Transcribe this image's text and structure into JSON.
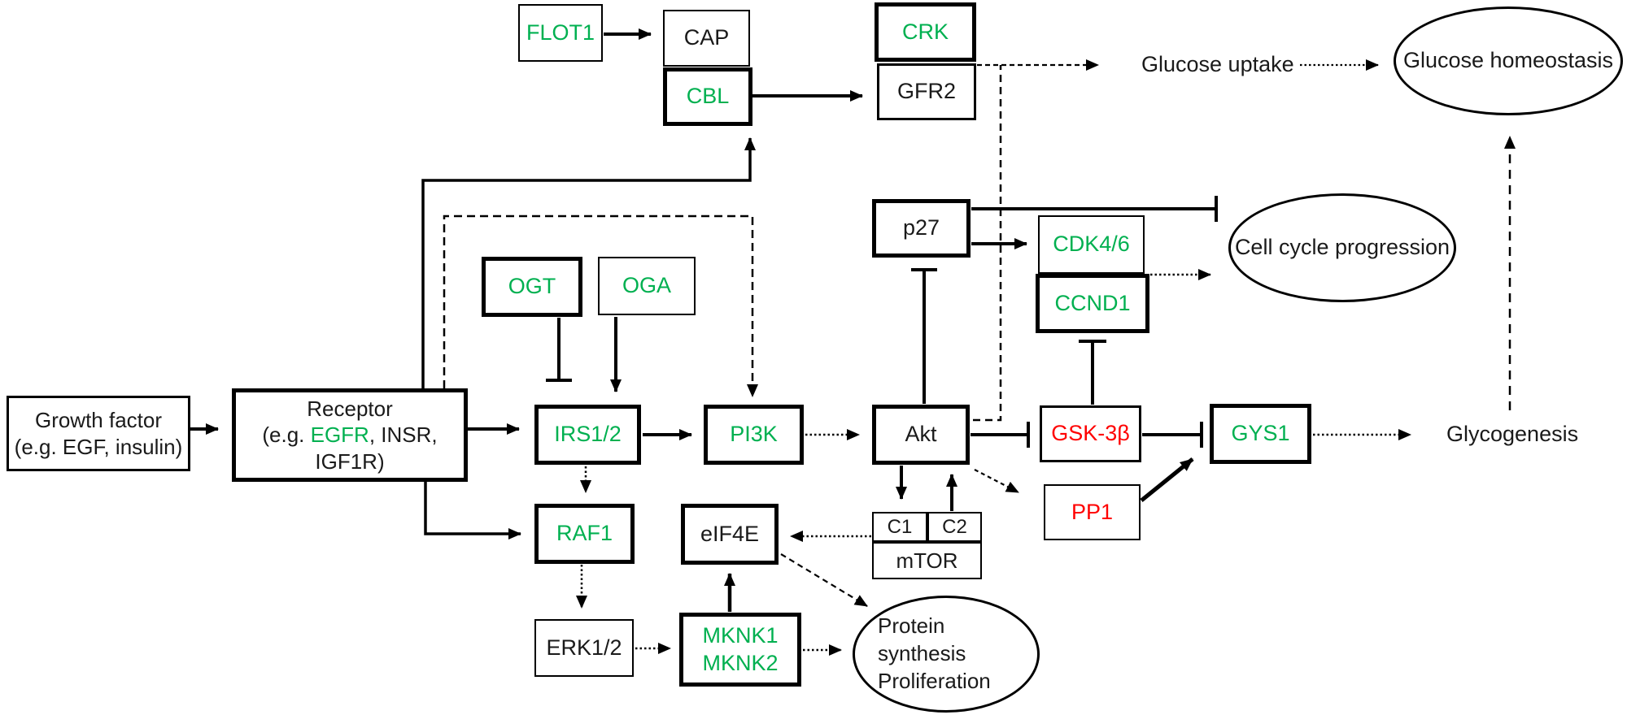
{
  "figure": {
    "type": "signaling-pathway-diagram",
    "background": "#ffffff",
    "colors": {
      "upregulated_green": "#00B050",
      "downregulated_red": "#FF0000",
      "default_black": "#1a1a1a",
      "line_black": "#000000"
    }
  },
  "nodes": {
    "growth_factor": {
      "line1": "Growth factor",
      "line2": "(e.g. EGF, insulin)",
      "color": "black"
    },
    "receptor": {
      "line1": "Receptor",
      "line2_pre": "(e.g. ",
      "line2_egfr": "EGFR",
      "line2_post": ", INSR,",
      "line3": "IGF1R)",
      "color": "black",
      "egfr_color": "green"
    },
    "flot1": {
      "label": "FLOT1",
      "color": "green"
    },
    "cap": {
      "label": "CAP",
      "color": "black"
    },
    "cbl": {
      "label": "CBL",
      "color": "green"
    },
    "crk": {
      "label": "CRK",
      "color": "green"
    },
    "gfr2": {
      "label": "GFR2",
      "color": "black"
    },
    "ogt": {
      "label": "OGT",
      "color": "green"
    },
    "oga": {
      "label": "OGA",
      "color": "green"
    },
    "irs12": {
      "label": "IRS1/2",
      "color": "green"
    },
    "pi3k": {
      "label": "PI3K",
      "color": "green"
    },
    "akt": {
      "label": "Akt",
      "color": "black"
    },
    "raf1": {
      "label": "RAF1",
      "color": "green"
    },
    "eif4e": {
      "label": "eIF4E",
      "color": "black"
    },
    "erk12": {
      "label": "ERK1/2",
      "color": "black"
    },
    "mknk": {
      "line1": "MKNK1",
      "line2": "MKNK2",
      "color": "green"
    },
    "p27": {
      "label": "p27",
      "color": "black"
    },
    "cdk46": {
      "label": "CDK4/6",
      "color": "green"
    },
    "ccnd1": {
      "label": "CCND1",
      "color": "green"
    },
    "gsk3b": {
      "label": "GSK-3β",
      "color": "red"
    },
    "pp1": {
      "label": "PP1",
      "color": "red"
    },
    "gys1": {
      "label": "GYS1",
      "color": "green"
    },
    "mtorc1": {
      "label": "C1",
      "color": "black"
    },
    "mtorc2": {
      "label": "C2",
      "color": "black"
    },
    "mtor": {
      "label": "mTOR",
      "color": "black"
    }
  },
  "outcomes": {
    "glucose_uptake": "Glucose uptake",
    "glucose_homeostasis": "Glucose homeostasis",
    "cell_cycle_progression": "Cell cycle progression",
    "protein_synthesis_line1": "Protein synthesis",
    "protein_synthesis_line2": "Proliferation",
    "glycogenesis": "Glycogenesis"
  },
  "edges": [
    {
      "from": "Growth factor",
      "to": "Receptor",
      "type": "activation",
      "style": "solid"
    },
    {
      "from": "Receptor",
      "to": "IRS1/2",
      "type": "activation",
      "style": "solid"
    },
    {
      "from": "Receptor",
      "to": "CBL",
      "type": "activation",
      "style": "solid"
    },
    {
      "from": "Receptor",
      "to": "PI3K",
      "type": "activation",
      "style": "dashed"
    },
    {
      "from": "Receptor",
      "to": "RAF1",
      "type": "activation",
      "style": "solid"
    },
    {
      "from": "FLOT1",
      "to": "CAP",
      "type": "activation",
      "style": "solid"
    },
    {
      "from": "CBL",
      "to": "GFR2",
      "type": "activation",
      "style": "solid"
    },
    {
      "from": "CRK/GFR2",
      "to": "Glucose uptake",
      "type": "activation",
      "style": "dashed"
    },
    {
      "from": "Akt",
      "to": "Glucose uptake",
      "type": "activation",
      "style": "dashed"
    },
    {
      "from": "Glucose uptake",
      "to": "Glucose homeostasis",
      "type": "activation",
      "style": "dotted"
    },
    {
      "from": "OGT",
      "to": "IRS1/2",
      "type": "inhibition",
      "style": "solid"
    },
    {
      "from": "OGA",
      "to": "IRS1/2",
      "type": "activation",
      "style": "solid"
    },
    {
      "from": "IRS1/2",
      "to": "PI3K",
      "type": "activation",
      "style": "solid"
    },
    {
      "from": "IRS1/2",
      "to": "RAF1",
      "type": "activation",
      "style": "dotted"
    },
    {
      "from": "PI3K",
      "to": "Akt",
      "type": "activation",
      "style": "dotted"
    },
    {
      "from": "Akt",
      "to": "p27",
      "type": "inhibition",
      "style": "solid"
    },
    {
      "from": "p27",
      "to": "Cell cycle progression",
      "type": "inhibition",
      "style": "solid"
    },
    {
      "from": "p27",
      "to": "CDK4/6",
      "type": "activation",
      "style": "solid"
    },
    {
      "from": "CDK4/6-CCND1",
      "to": "Cell cycle progression",
      "type": "activation",
      "style": "dotted"
    },
    {
      "from": "GSK-3β",
      "to": "CCND1",
      "type": "inhibition",
      "style": "solid"
    },
    {
      "from": "Akt",
      "to": "GSK-3β",
      "type": "inhibition",
      "style": "solid"
    },
    {
      "from": "GSK-3β",
      "to": "GYS1",
      "type": "inhibition",
      "style": "solid"
    },
    {
      "from": "Akt",
      "to": "PP1",
      "type": "activation",
      "style": "dashed"
    },
    {
      "from": "Akt",
      "to": "mTORC1",
      "type": "activation",
      "style": "solid"
    },
    {
      "from": "mTORC2",
      "to": "Akt",
      "type": "activation",
      "style": "solid"
    },
    {
      "from": "mTORC1",
      "to": "eIF4E",
      "type": "activation",
      "style": "dotted"
    },
    {
      "from": "eIF4E",
      "to": "Protein synthesis",
      "type": "activation",
      "style": "dashed"
    },
    {
      "from": "MKNK1/MKNK2",
      "to": "eIF4E",
      "type": "activation",
      "style": "solid"
    },
    {
      "from": "RAF1",
      "to": "ERK1/2",
      "type": "activation",
      "style": "dotted"
    },
    {
      "from": "ERK1/2",
      "to": "MKNK1/MKNK2",
      "type": "activation",
      "style": "dotted"
    },
    {
      "from": "MKNK1/MKNK2",
      "to": "Protein synthesis",
      "type": "activation",
      "style": "dotted"
    },
    {
      "from": "PP1",
      "to": "GYS1",
      "type": "activation",
      "style": "solid"
    },
    {
      "from": "GYS1",
      "to": "Glycogenesis",
      "type": "activation",
      "style": "dotted"
    },
    {
      "from": "Glycogenesis",
      "to": "Glucose homeostasis",
      "type": "activation",
      "style": "dashed"
    }
  ]
}
